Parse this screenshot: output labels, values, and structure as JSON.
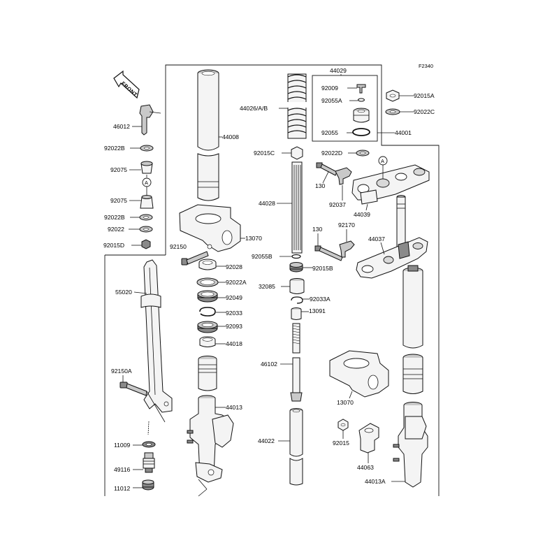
{
  "figure_code": "F2340",
  "front_label": "FRONT",
  "ref_marker": "A",
  "labels": {
    "p44029": "44029",
    "p92009": "92009",
    "p92055A": "92055A",
    "p92055": "92055",
    "p44001": "44001",
    "p92015A": "92015A",
    "p92022C": "92022C",
    "p44026": "44026/A/B",
    "p44008": "44008",
    "p46012": "46012",
    "p92022B_a": "92022B",
    "p92075_a": "92075",
    "p92075_b": "92075",
    "p92022B_b": "92022B",
    "p92022": "92022",
    "p92015D": "92015D",
    "p92015C": "92015C",
    "p92022D": "92022D",
    "p130_a": "130",
    "p92037": "92037",
    "p44039": "44039",
    "p44028": "44028",
    "p13070_a": "13070",
    "p92150": "92150",
    "p130_b": "130",
    "p92170": "92170",
    "p44037": "44037",
    "p92055B": "92055B",
    "p92015B": "92015B",
    "p92028": "92028",
    "p55020": "55020",
    "p92022A": "92022A",
    "p32085": "32085",
    "p92049": "92049",
    "p92033A": "92033A",
    "p92033": "92033",
    "p13091": "13091",
    "p92093": "92093",
    "p44018": "44018",
    "p46102": "46102",
    "p92150A": "92150A",
    "p13070_b": "13070",
    "p44013": "44013",
    "p11009": "11009",
    "p44022": "44022",
    "p92015": "92015",
    "p49116": "49116",
    "p44063": "44063",
    "p11012": "11012",
    "p44013A": "44013A"
  }
}
